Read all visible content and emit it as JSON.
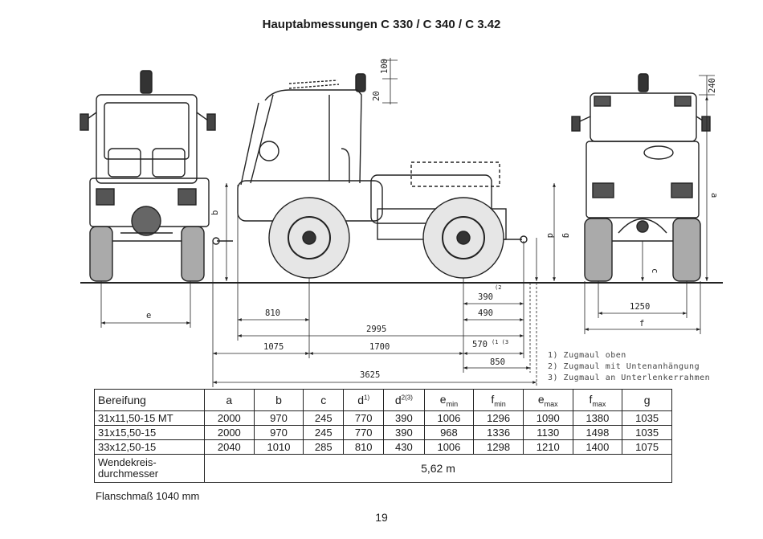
{
  "title": "Hauptabmessungen C 330 / C 340 / C 3.42",
  "drawing_labels": {
    "top_100": "100",
    "top_20": "20",
    "roof_240": "240",
    "dim_b": "b",
    "dim_d": "d",
    "dim_g": "g",
    "dim_a": "a",
    "dim_c": "c",
    "dim_e": "e",
    "dim_f": "f",
    "dim_390": "390",
    "dim_490": "490",
    "dim_810": "810",
    "dim_2995": "2995",
    "dim_1075": "1075",
    "dim_1700": "1700",
    "dim_570": "570",
    "dim_850": "850",
    "dim_3625": "3625",
    "dim_1250": "1250",
    "ref_2": "(2",
    "ref_13": "(1 (3"
  },
  "notes": [
    "1) Zugmaul oben",
    "2) Zugmaul mit Untenanhängung",
    "3) Zugmaul an Unterlenkerrahmen"
  ],
  "table": {
    "header": {
      "bereifung": "Bereifung",
      "a": "a",
      "b": "b",
      "c": "c",
      "d": "d",
      "d_sup": "1)",
      "d2": "d",
      "d2_sup": "2(3)",
      "emin": "e",
      "emin_sub": "min",
      "fmin": "f",
      "fmin_sub": "min",
      "emax": "e",
      "emax_sub": "max",
      "fmax": "f",
      "fmax_sub": "max",
      "g": "g"
    },
    "rows": [
      [
        "31x11,50-15 MT",
        "2000",
        "970",
        "245",
        "770",
        "390",
        "1006",
        "1296",
        "1090",
        "1380",
        "1035"
      ],
      [
        "31x15,50-15",
        "2000",
        "970",
        "245",
        "770",
        "390",
        "968",
        "1336",
        "1130",
        "1498",
        "1035"
      ],
      [
        "33x12,50-15",
        "2040",
        "1010",
        "285",
        "810",
        "430",
        "1006",
        "1298",
        "1210",
        "1400",
        "1075"
      ]
    ],
    "turning_label_1": "Wendekreis-",
    "turning_label_2": "durchmesser",
    "turning_value": "5,62 m"
  },
  "flansch": "Flanschmaß 1040 mm",
  "page_number": "19"
}
